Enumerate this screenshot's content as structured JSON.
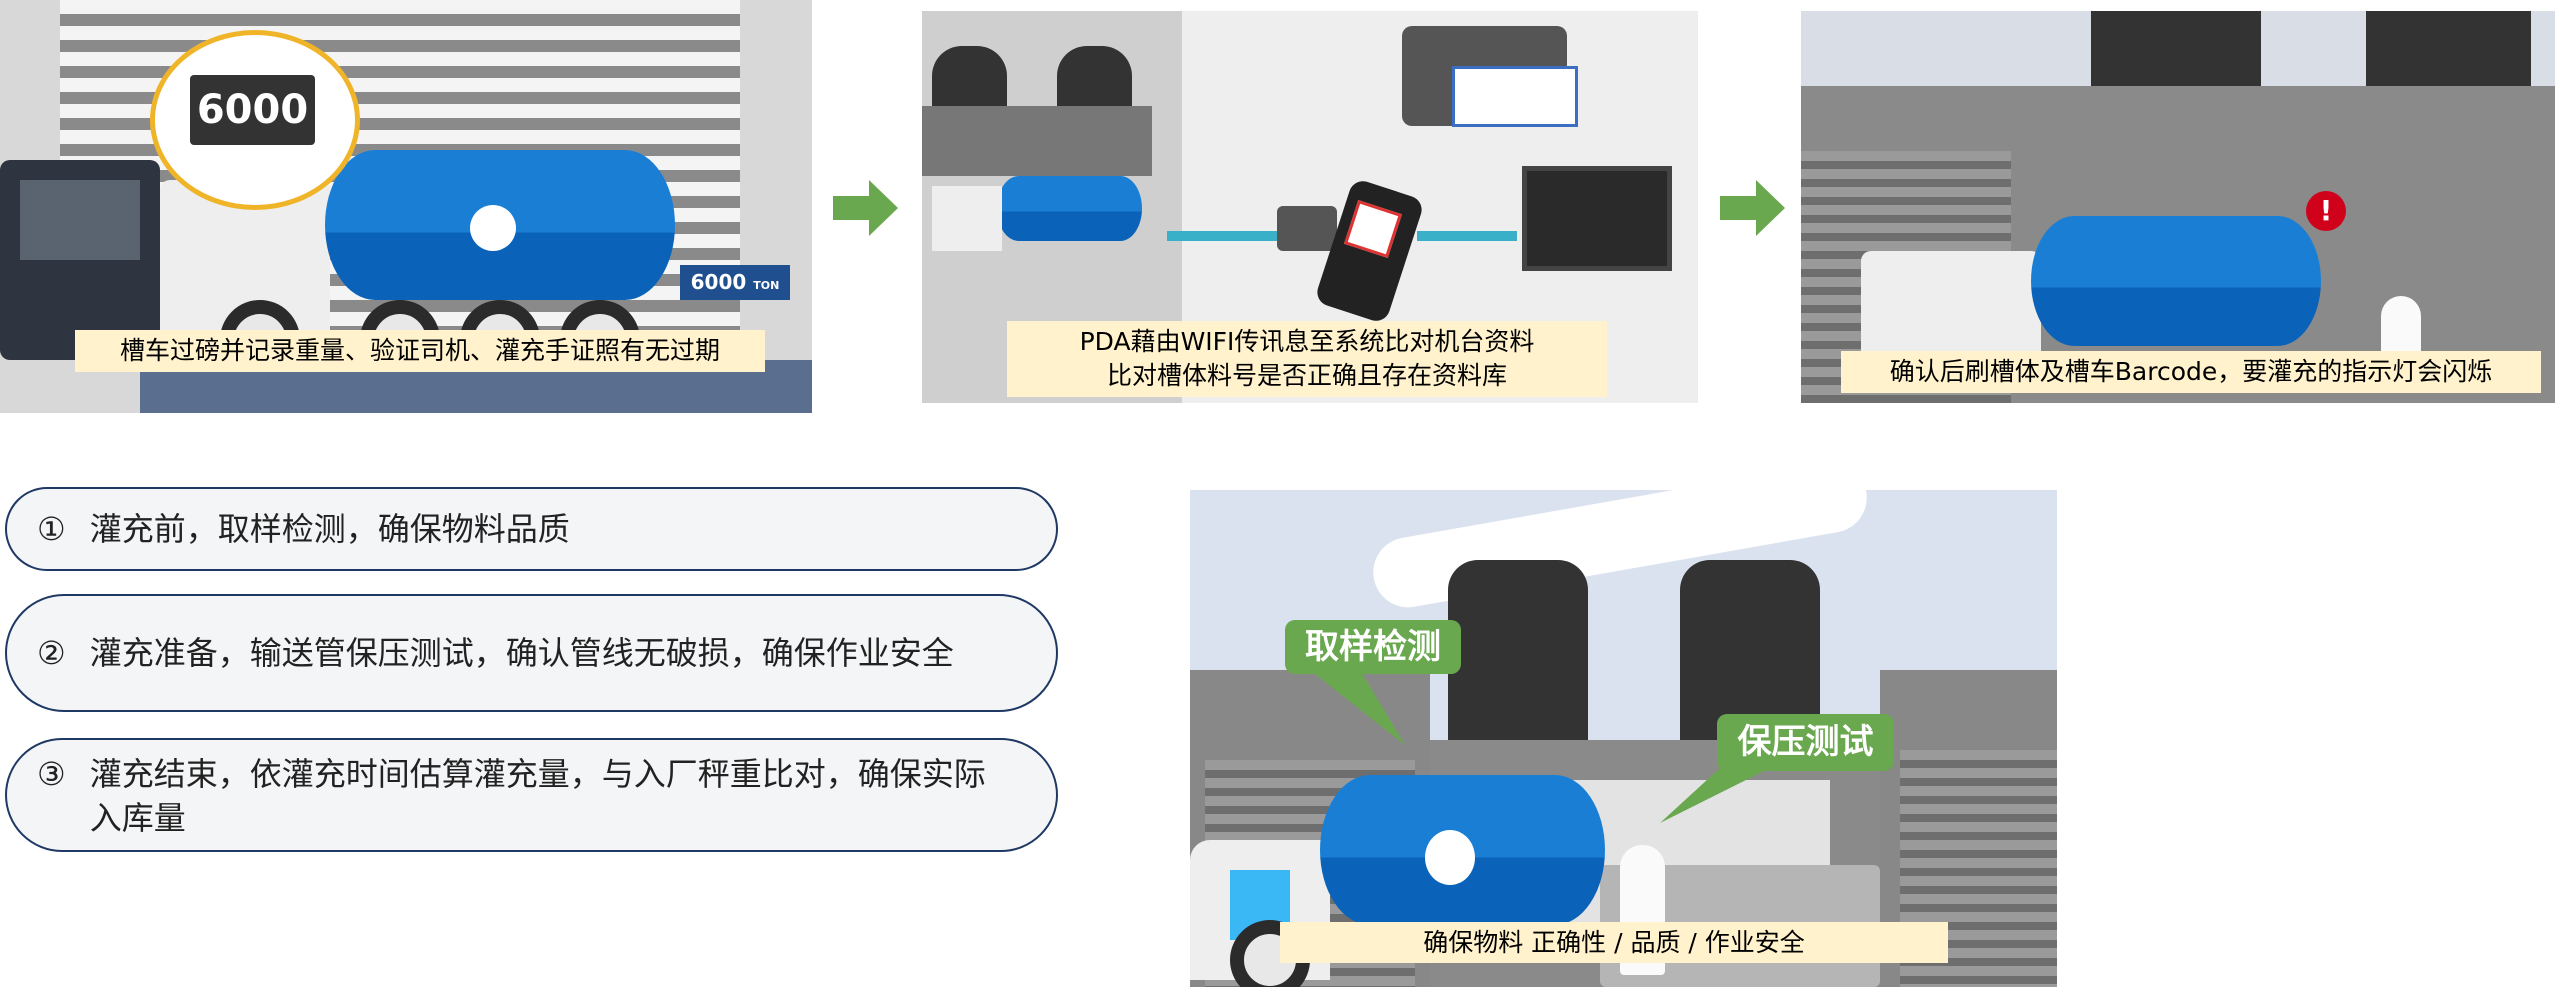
{
  "steps": [
    {
      "caption": "槽车过磅并记录重量、验证司机、灌充手证照有无过期",
      "display_value": "6000",
      "scale_value": "6000",
      "scale_unit": "TON"
    },
    {
      "caption_line1": "PDA藉由WIFI传讯息至系统比对机台资料",
      "caption_line2": "比对槽体料号是否正确且存在资料库"
    },
    {
      "caption": "确认后刷槽体及槽车Barcode，要灌充的指示灯会闪烁"
    }
  ],
  "notes": [
    {
      "number": "①",
      "text": "灌充前，取样检测，确保物料品质"
    },
    {
      "number": "②",
      "text": "灌充准备，输送管保压测试，确认管线无破损，确保作业安全"
    },
    {
      "number": "③",
      "text": "灌充结束，依灌充时间估算灌充量，与入厂秤重比对，确保实际入库量"
    }
  ],
  "filling_scene": {
    "label_sampling": "取样检测",
    "label_pressure": "保压测试",
    "caption": "确保物料 正确性 / 品质 / 作业安全"
  },
  "colors": {
    "arrow": "#6aa84f",
    "caption_bg": "#fff2cc",
    "tank": "#1a7fd4",
    "bubble_border": "#1f3864"
  }
}
